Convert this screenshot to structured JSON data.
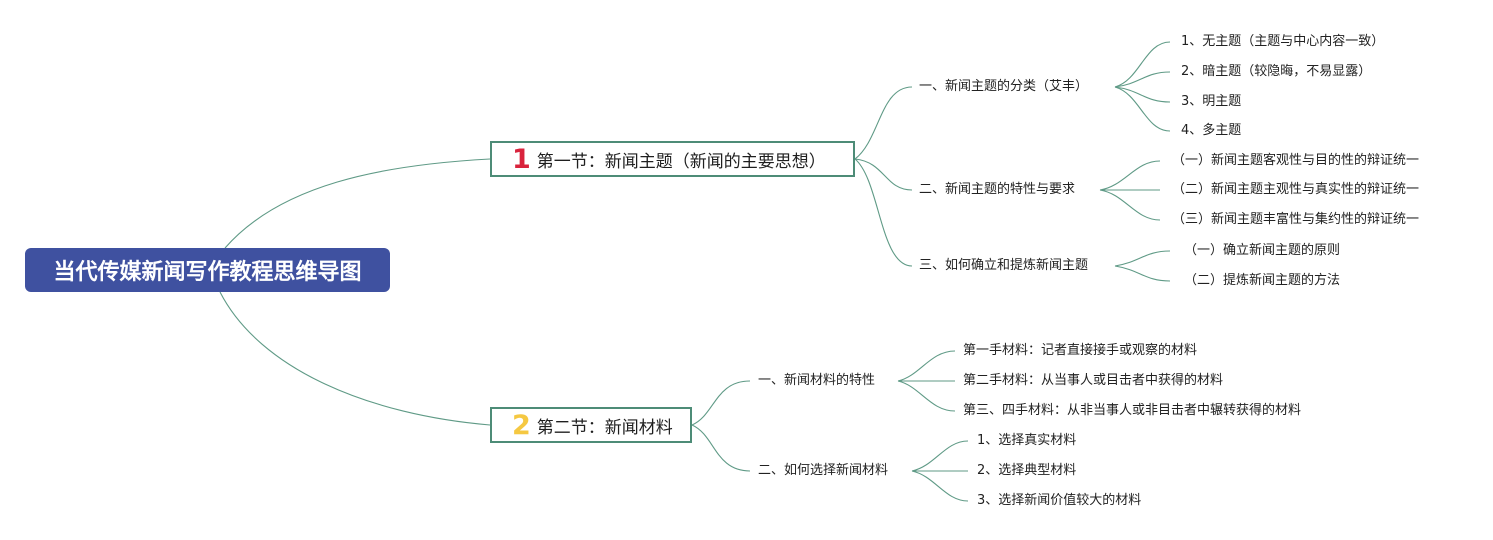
{
  "root": {
    "label": "当代传媒新闻写作教程思维导图"
  },
  "sections": [
    {
      "badge": "1",
      "label": "第一节：新闻主题（新闻的主要思想）",
      "badge_color": "#d9233c",
      "topics": [
        {
          "label": "一、新闻主题的分类（艾丰）",
          "items": [
            "1、无主题（主题与中心内容一致）",
            "2、暗主题（较隐晦，不易显露）",
            "3、明主题",
            "4、多主题"
          ]
        },
        {
          "label": "二、新闻主题的特性与要求",
          "items": [
            "（一）新闻主题客观性与目的性的辩证统一",
            "（二）新闻主题主观性与真实性的辩证统一",
            "（三）新闻主题丰富性与集约性的辩证统一"
          ]
        },
        {
          "label": "三、如何确立和提炼新闻主题",
          "items": [
            "（一）确立新闻主题的原则",
            "（二）提炼新闻主题的方法"
          ]
        }
      ]
    },
    {
      "badge": "2",
      "label": "第二节：新闻材料",
      "badge_color": "#f5c842",
      "topics": [
        {
          "label": "一、新闻材料的特性",
          "items": [
            "第一手材料：记者直接接手或观察的材料",
            "第二手材料：从当事人或目击者中获得的材料",
            "第三、四手材料：从非当事人或非目击者中辗转获得的材料"
          ]
        },
        {
          "label": "二、如何选择新闻材料",
          "items": [
            "1、选择真实材料",
            "2、选择典型材料",
            "3、选择新闻价值较大的材料"
          ]
        }
      ]
    }
  ],
  "colors": {
    "root_bg": "#3f51a0",
    "section_border": "#4d8c77",
    "edge": "#5f9a86"
  }
}
